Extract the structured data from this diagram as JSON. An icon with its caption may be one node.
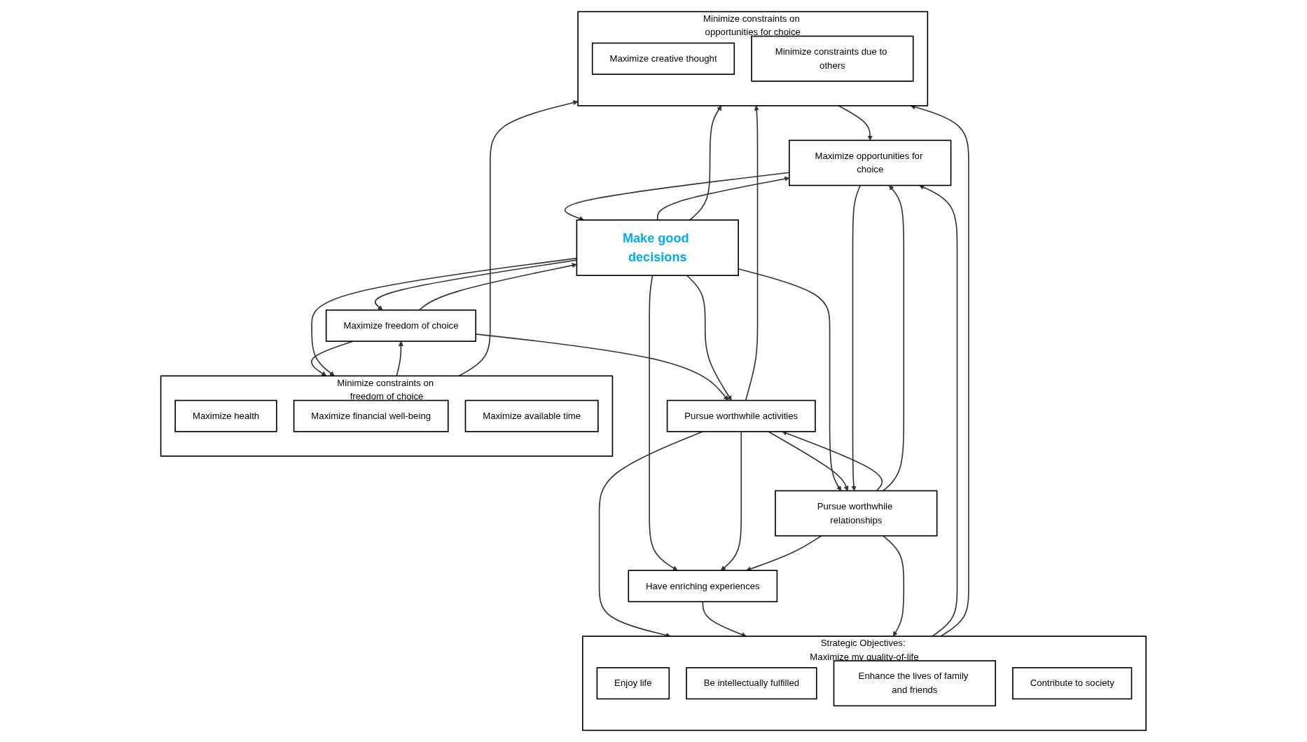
{
  "diagram": {
    "nodes": [
      {
        "text": [
          "Minimize constraints on freedom of choice"
        ]
      },
      {
        "text": [
          "Maximize health"
        ],
        "in": 0
      },
      {
        "text": [
          "Maximize financial well-being"
        ],
        "in": 0
      },
      {
        "text": [
          "Maximize available time"
        ],
        "in": 0
      },
      {
        "text": [
          "Maximize freedom of choice"
        ]
      },
      {
        "text": [
          "Pursue worthwhile activities"
        ]
      },
      {
        "text": [
          "Strategic Objectives: Maximize my quality-of-life"
        ]
      },
      {
        "text": [
          "Enjoy life"
        ],
        "in": 6
      },
      {
        "text": [
          "Be intellectually fulfilled"
        ],
        "in": 6
      },
      {
        "text": [
          "Enhance the lives of family and friends"
        ],
        "in": 6
      },
      {
        "text": [
          "Contribute to society"
        ],
        "in": 6
      },
      {
        "text": [
          "Make good decisions"
        ]
      },
      {
        "text": [
          "Have enriching experiences"
        ]
      },
      {
        "text": [
          "Minimize constraints on opportunities for choice"
        ]
      },
      {
        "text": [
          "Maximize creative thought"
        ],
        "in": 13
      },
      {
        "text": [
          "Minimize constraints due to others"
        ],
        "in": 13
      },
      {
        "text": [
          "Maximize opportunities for choice"
        ]
      },
      {
        "text": [
          "Pursue worthwhile relationships"
        ]
      }
    ],
    "edges": [
      {
        "from": 0,
        "to": 4,
        "arrow": "to"
      },
      {
        "from": 4,
        "to": 0,
        "arrow": "to"
      },
      {
        "from": 4,
        "to": 5,
        "arrow": "to"
      },
      {
        "from": 5,
        "to": 6,
        "arrow": "to"
      },
      {
        "from": 5,
        "to": 13,
        "arrow": "to"
      },
      {
        "from": 4,
        "to": 11,
        "arrow": "to"
      },
      {
        "from": 11,
        "to": 4,
        "arrow": "to"
      },
      {
        "from": 11,
        "to": 5,
        "arrow": "to"
      },
      {
        "from": 11,
        "to": 0,
        "arrow": "to"
      },
      {
        "from": 11,
        "to": 12,
        "arrow": "to"
      },
      {
        "from": 11,
        "to": 13,
        "arrow": "to"
      },
      {
        "from": 0,
        "to": 13,
        "arrow": "to"
      },
      {
        "from": 16,
        "to": 11,
        "arrow": "to"
      },
      {
        "from": 11,
        "to": 16,
        "arrow": "to"
      },
      {
        "from": 11,
        "to": 17,
        "arrow": "to"
      },
      {
        "from": 5,
        "to": 17,
        "arrow": "to"
      },
      {
        "from": 17,
        "to": 5,
        "arrow": "to"
      },
      {
        "from": 5,
        "to": 12,
        "arrow": "to"
      },
      {
        "from": 17,
        "to": 12,
        "arrow": "to"
      },
      {
        "from": 12,
        "to": 6,
        "arrow": "to"
      },
      {
        "from": 13,
        "to": 16,
        "arrow": "to"
      },
      {
        "from": 16,
        "to": 17,
        "arrow": "to"
      },
      {
        "from": 17,
        "to": 6,
        "arrow": "to"
      },
      {
        "from": 17,
        "to": 16,
        "arrow": "to"
      },
      {
        "from": 6,
        "to": 16,
        "arrow": "to"
      },
      {
        "from": 6,
        "to": 13,
        "arrow": "to"
      }
    ]
  }
}
